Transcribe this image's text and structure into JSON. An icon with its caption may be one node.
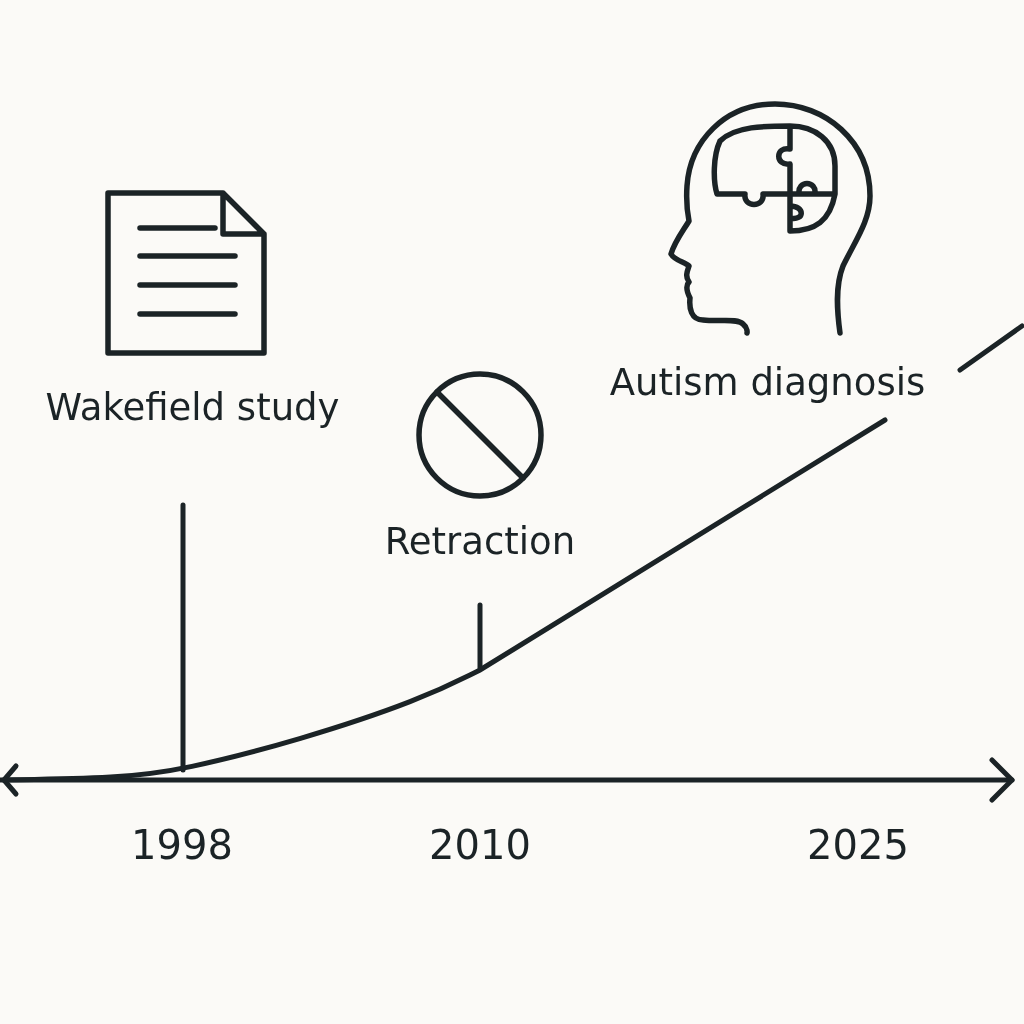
{
  "diagram": {
    "nodes": [
      {
        "text": [
          "Wakefield study"
        ]
      },
      {
        "text": [
          "Retraction"
        ]
      },
      {
        "text": [
          "Autism diagnosis"
        ]
      }
    ],
    "labels": [
      "1998",
      "2010",
      "2025"
    ]
  }
}
